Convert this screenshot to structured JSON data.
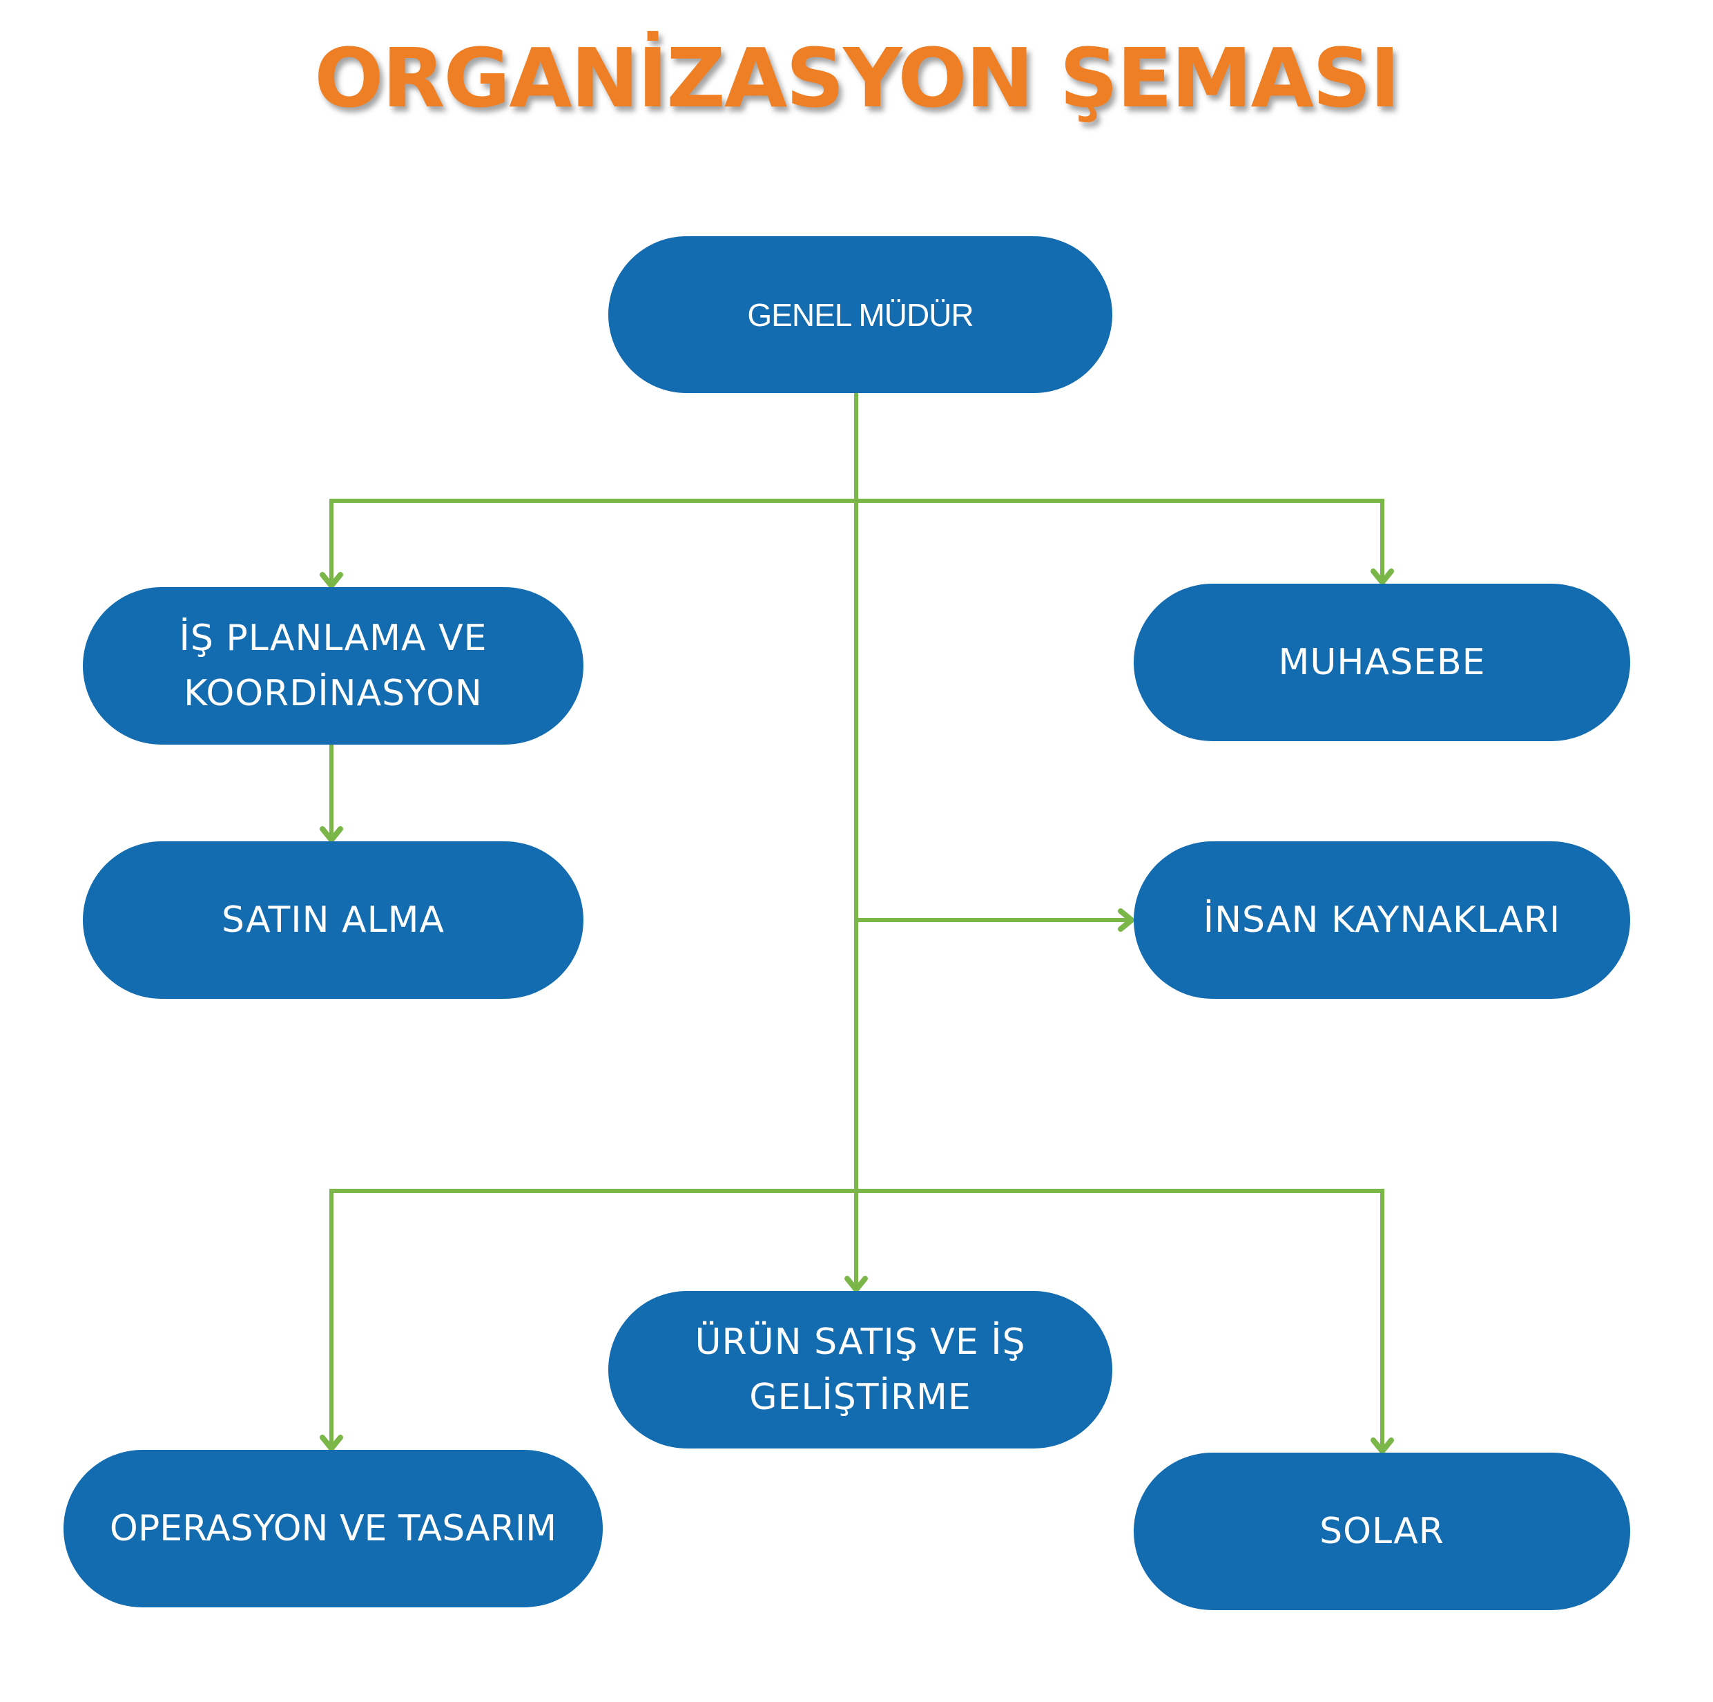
{
  "title": "ORGANİZASYON ŞEMASI",
  "colors": {
    "title": "#EE7F24",
    "node_fill": "#136BB0",
    "node_text": "#FFFFFF",
    "connector": "#7AB648"
  },
  "nodes": {
    "genel_mudur": {
      "label": "GENEL MÜDÜR"
    },
    "is_planlama": {
      "line1": "İŞ PLANLAMA VE",
      "line2": "KOORDİNASYON"
    },
    "muhasebe": {
      "label": "MUHASEBE"
    },
    "satin_alma": {
      "label": "SATIN ALMA"
    },
    "insan_kaynaklari": {
      "label": "İNSAN KAYNAKLARI"
    },
    "urun_satis": {
      "line1": "ÜRÜN SATIŞ VE İŞ",
      "line2": "GELİŞTİRME"
    },
    "operasyon": {
      "label": "OPERASYON VE TASARIM"
    },
    "solar": {
      "label": "SOLAR"
    }
  },
  "edges": [
    {
      "from": "GENEL MÜDÜR",
      "to": "İŞ PLANLAMA VE KOORDİNASYON"
    },
    {
      "from": "GENEL MÜDÜR",
      "to": "MUHASEBE"
    },
    {
      "from": "İŞ PLANLAMA VE KOORDİNASYON",
      "to": "SATIN ALMA"
    },
    {
      "from": "GENEL MÜDÜR",
      "to": "İNSAN KAYNAKLARI"
    },
    {
      "from": "GENEL MÜDÜR",
      "to": "ÜRÜN SATIŞ VE İŞ GELİŞTİRME"
    },
    {
      "from": "GENEL MÜDÜR",
      "to": "OPERASYON VE TASARIM"
    },
    {
      "from": "GENEL MÜDÜR",
      "to": "SOLAR"
    }
  ]
}
